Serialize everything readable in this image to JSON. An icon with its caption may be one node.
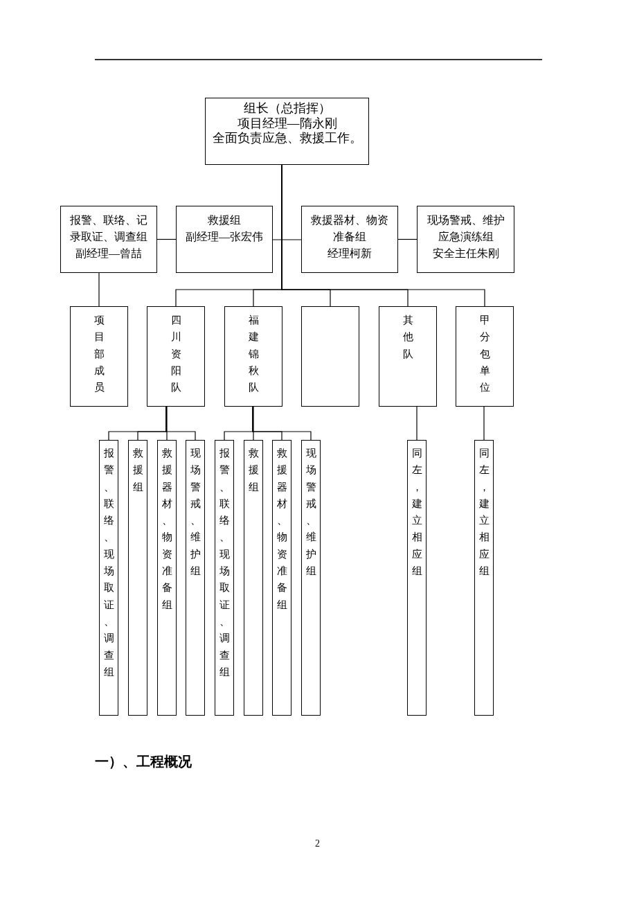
{
  "diagram": {
    "nodes": [
      {
        "text": [
          "组长（总指挥）",
          "项目经理—隋永刚",
          "全面负责应急、救援工作。"
        ]
      },
      {
        "text": [
          "报警、联络、记录取证、调查组",
          "副经理—曾喆"
        ]
      },
      {
        "text": [
          "救援组",
          "副经理—张宏伟"
        ]
      },
      {
        "text": [
          "救援器材、物资准备组",
          "经理柯新"
        ]
      },
      {
        "text": [
          "现场警戒、维护应急演练组",
          "安全主任朱刚"
        ]
      },
      {
        "text": [
          "项目部成员"
        ]
      },
      {
        "text": [
          "四川资阳队"
        ]
      },
      {
        "text": [
          "福建锦秋队"
        ]
      },
      {
        "text": [],
        "shape": "box"
      },
      {
        "text": [
          "其他队"
        ]
      },
      {
        "text": [
          "甲分包单位"
        ]
      },
      {
        "text": [
          "报警、联络、现场取证、调查组"
        ]
      },
      {
        "text": [
          "救援组"
        ]
      },
      {
        "text": [
          "救援器材、物资准备组"
        ]
      },
      {
        "text": [
          "现场警戒、维护组"
        ]
      },
      {
        "text": [
          "报警、联络、现场取证、调查组"
        ]
      },
      {
        "text": [
          "救援组"
        ]
      },
      {
        "text": [
          "救援器材、物资准备组"
        ]
      },
      {
        "text": [
          "现场警戒、维护组"
        ]
      },
      {
        "text": [
          "同左，建立相应组"
        ]
      },
      {
        "text": [
          "同左，建立相应组"
        ]
      }
    ],
    "edges": [
      {
        "from": 1,
        "to": 2,
        "arrow": "none"
      },
      {
        "from": 0,
        "to": 2,
        "arrow": "none"
      },
      {
        "from": 0,
        "to": 3,
        "arrow": "none"
      },
      {
        "from": 3,
        "to": 4,
        "arrow": "none"
      },
      {
        "from": 1,
        "to": 5,
        "arrow": "none"
      },
      {
        "from": 0,
        "to": 6,
        "arrow": "none"
      },
      {
        "from": 0,
        "to": 7,
        "arrow": "none"
      },
      {
        "from": 0,
        "to": 8,
        "arrow": "none"
      },
      {
        "from": 0,
        "to": 9,
        "arrow": "none"
      },
      {
        "from": 0,
        "to": 10,
        "arrow": "none"
      },
      {
        "from": 6,
        "to": 11,
        "arrow": "none"
      },
      {
        "from": 6,
        "to": 12,
        "arrow": "none"
      },
      {
        "from": 6,
        "to": 13,
        "arrow": "none"
      },
      {
        "from": 6,
        "to": 14,
        "arrow": "none"
      },
      {
        "from": 7,
        "to": 15,
        "arrow": "none"
      },
      {
        "from": 7,
        "to": 16,
        "arrow": "none"
      },
      {
        "from": 7,
        "to": 17,
        "arrow": "none"
      },
      {
        "from": 7,
        "to": 18,
        "arrow": "none"
      },
      {
        "from": 9,
        "to": 19,
        "arrow": "none"
      },
      {
        "from": 10,
        "to": 20,
        "arrow": "none"
      }
    ],
    "labels": [
      "一）、工程概况",
      "2"
    ]
  }
}
